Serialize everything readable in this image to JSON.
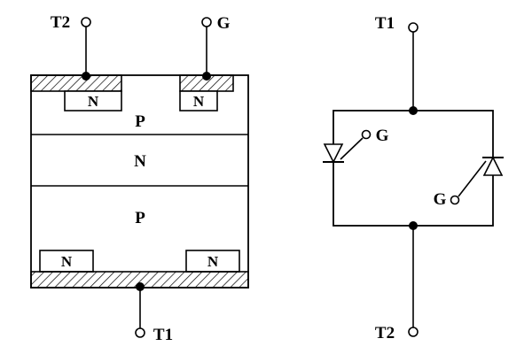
{
  "left_diagram": {
    "kind": "triac-semiconductor-structure",
    "t2": "T2",
    "g": "G",
    "t1": "T1",
    "n_top_left": "N",
    "n_top_right": "N",
    "p_top": "P",
    "n_middle": "N",
    "p_bottom": "P",
    "n_bottom_left": "N",
    "n_bottom_right": "N"
  },
  "right_diagram": {
    "kind": "triac-equivalent-circuit-two-thyristors",
    "t1": "T1",
    "t2": "T2",
    "g_upper": "G",
    "g_lower": "G"
  },
  "colors": {
    "line": "#000000",
    "background": "#ffffff"
  }
}
